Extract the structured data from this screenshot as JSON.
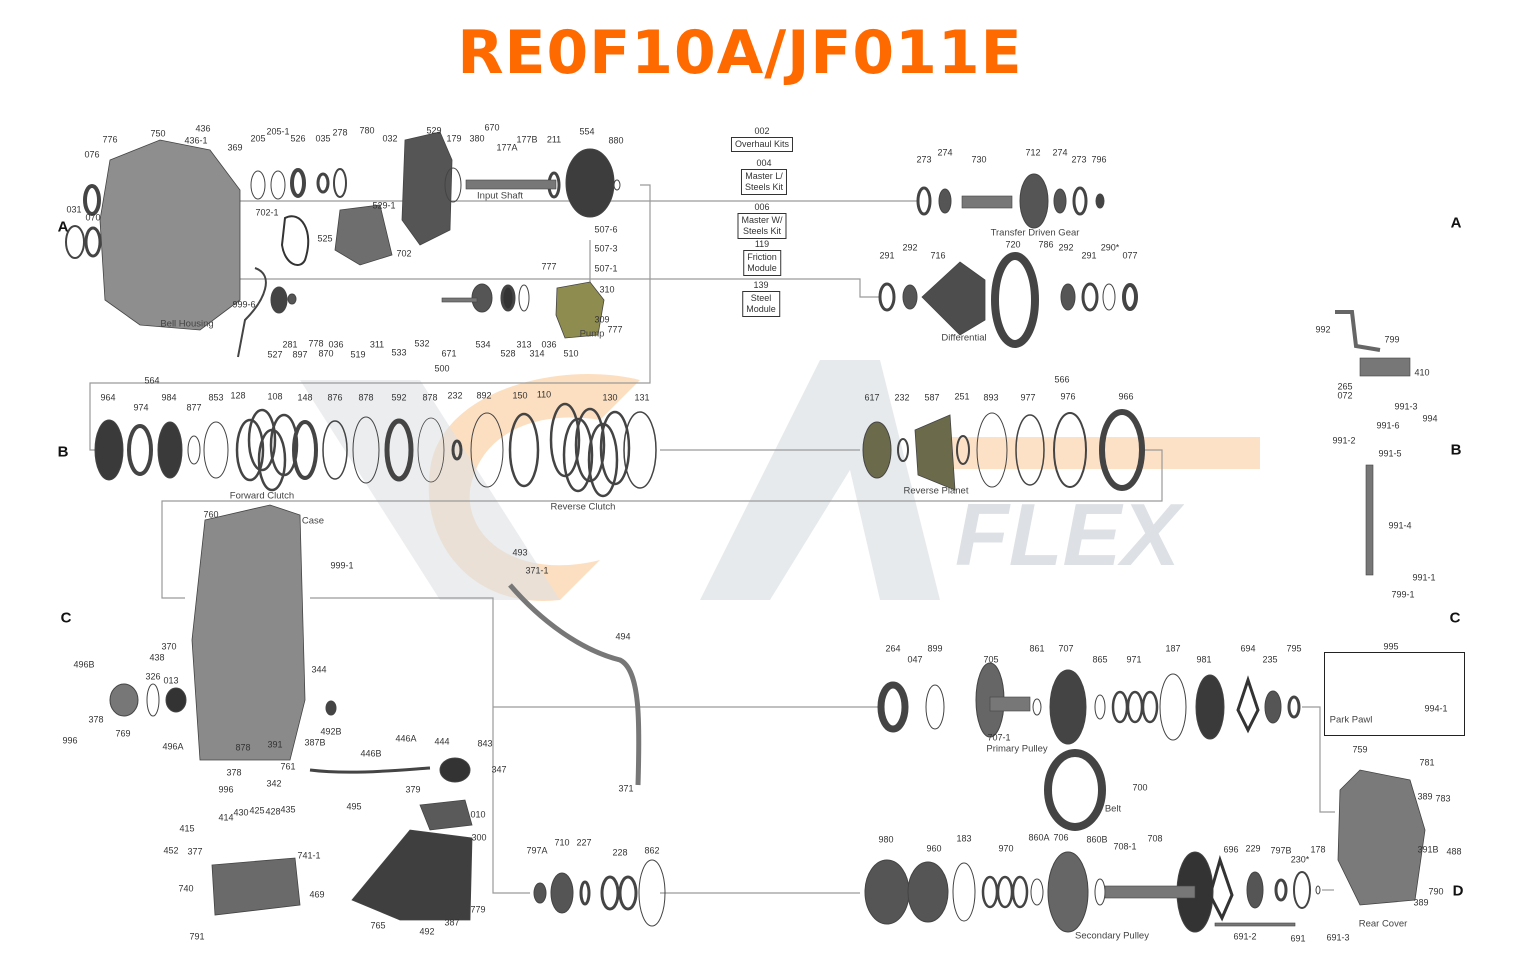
{
  "title": "RE0F10A/JF011E",
  "colors": {
    "title": "#ff6a00",
    "watermark_orange": "#f9c48e",
    "watermark_gray": "#dde1e5",
    "lines": "#9a9a9a",
    "parts": "#555555"
  },
  "section_markers": [
    "A",
    "A",
    "B",
    "B",
    "C",
    "C",
    "D"
  ],
  "watermark_text": "FLEX",
  "kits": [
    {
      "number": "002",
      "line1": "Overhaul Kits",
      "line2": ""
    },
    {
      "number": "004",
      "line1": "Master L/",
      "line2": "Steels Kit"
    },
    {
      "number": "006",
      "line1": "Master W/",
      "line2": "Steels Kit"
    },
    {
      "number": "119",
      "line1": "Friction",
      "line2": "Module"
    },
    {
      "number": "139",
      "line1": "Steel",
      "line2": "Module"
    }
  ],
  "assembly_names": [
    "Bell Housing",
    "Input Shaft",
    "Pump",
    "Transfer Driven Gear",
    "Differential",
    "Forward Clutch",
    "Reverse Clutch",
    "Reverse Planet",
    "Case",
    "Primary Pulley",
    "Belt",
    "Park Pawl",
    "Secondary Pulley",
    "Rear Cover"
  ],
  "part_numbers": [
    "776",
    "750",
    "436",
    "436-1",
    "369",
    "076",
    "205",
    "205-1",
    "526",
    "035",
    "278",
    "780",
    "032",
    "529",
    "179",
    "380",
    "670",
    "177A",
    "177B",
    "211",
    "554",
    "880",
    "031",
    "070",
    "702-1",
    "529-1",
    "525",
    "702",
    "507-6",
    "507-3",
    "507-1",
    "777",
    "310",
    "309",
    "777",
    "999-6",
    "527",
    "281",
    "897",
    "778",
    "870",
    "036",
    "519",
    "311",
    "533",
    "532",
    "671",
    "534",
    "528",
    "313",
    "314",
    "036",
    "510",
    "500",
    "273",
    "274",
    "730",
    "712",
    "274",
    "273",
    "796",
    "291",
    "292",
    "716",
    "720",
    "786",
    "292",
    "291",
    "290*",
    "077",
    "564",
    "964",
    "974",
    "984",
    "877",
    "853",
    "128",
    "108",
    "148",
    "876",
    "878",
    "592",
    "878",
    "232",
    "892",
    "150",
    "110",
    "130",
    "131",
    "617",
    "232",
    "587",
    "251",
    "893",
    "977",
    "976",
    "966",
    "566",
    "992",
    "799",
    "410",
    "265",
    "072",
    "991-3",
    "991-6",
    "991-2",
    "994",
    "991-5",
    "991-4",
    "991-1",
    "799-1",
    "760",
    "999-1",
    "493",
    "371-1",
    "494",
    "371",
    "370",
    "438",
    "496B",
    "326",
    "013",
    "344",
    "378",
    "769",
    "996",
    "492B",
    "387B",
    "446A",
    "444",
    "843",
    "496A",
    "878",
    "391",
    "761",
    "446B",
    "347",
    "378",
    "342",
    "996",
    "379",
    "495",
    "010",
    "430",
    "425",
    "428",
    "435",
    "414",
    "415",
    "300",
    "452",
    "377",
    "741-1",
    "740",
    "469",
    "779",
    "387",
    "765",
    "492",
    "791",
    "797A",
    "710",
    "227",
    "228",
    "862",
    "264",
    "047",
    "899",
    "705",
    "861",
    "707",
    "865",
    "971",
    "187",
    "981",
    "694",
    "235",
    "795",
    "707-1",
    "700",
    "995",
    "994-1",
    "759",
    "781",
    "389",
    "783",
    "980",
    "960",
    "183",
    "970",
    "860A",
    "706",
    "860B",
    "708-1",
    "708",
    "696",
    "229",
    "797B",
    "230*",
    "178",
    "391B",
    "488",
    "790",
    "389",
    "691-2",
    "691",
    "691-3"
  ]
}
